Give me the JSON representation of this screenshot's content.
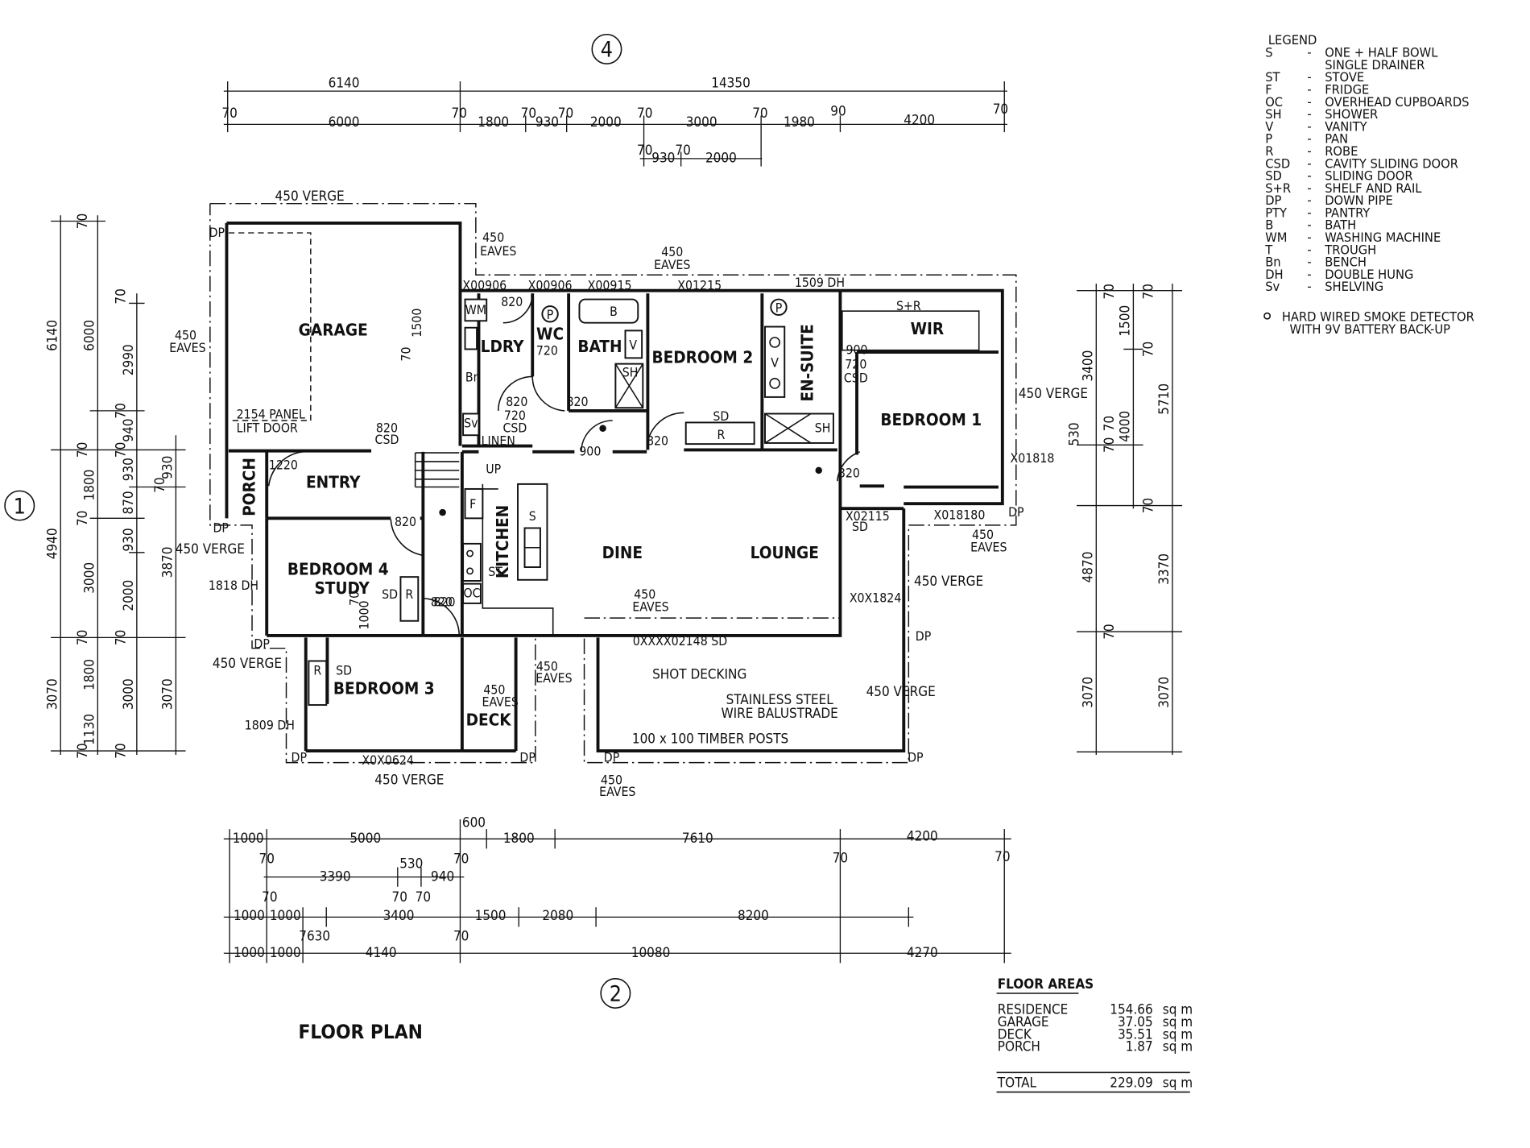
{
  "title": "FLOOR PLAN",
  "grid_refs": [
    "1",
    "2",
    "4"
  ],
  "legend": {
    "heading": "LEGEND",
    "items": [
      {
        "code": "S",
        "meaning": "ONE + HALF BOWL",
        "meaning2": "SINGLE DRAINER"
      },
      {
        "code": "ST",
        "meaning": "STOVE"
      },
      {
        "code": "F",
        "meaning": "FRIDGE"
      },
      {
        "code": "OC",
        "meaning": "OVERHEAD CUPBOARDS"
      },
      {
        "code": "SH",
        "meaning": "SHOWER"
      },
      {
        "code": "V",
        "meaning": "VANITY"
      },
      {
        "code": "P",
        "meaning": "PAN"
      },
      {
        "code": "R",
        "meaning": "ROBE"
      },
      {
        "code": "CSD",
        "meaning": "CAVITY SLIDING DOOR"
      },
      {
        "code": "SD",
        "meaning": "SLIDING DOOR"
      },
      {
        "code": "S+R",
        "meaning": "SHELF AND RAIL"
      },
      {
        "code": "DP",
        "meaning": "DOWN PIPE"
      },
      {
        "code": "PTY",
        "meaning": "PANTRY"
      },
      {
        "code": "B",
        "meaning": "BATH"
      },
      {
        "code": "WM",
        "meaning": "WASHING MACHINE"
      },
      {
        "code": "T",
        "meaning": "TROUGH"
      },
      {
        "code": "Bn",
        "meaning": "BENCH"
      },
      {
        "code": "DH",
        "meaning": "DOUBLE HUNG"
      },
      {
        "code": "Sv",
        "meaning": "SHELVING"
      }
    ],
    "smoke_note_1": "HARD WIRED SMOKE DETECTOR",
    "smoke_note_2": "WITH 9V BATTERY BACK-UP"
  },
  "rooms": {
    "garage": "GARAGE",
    "garage_door_1": "2154 PANEL",
    "garage_door_2": "LIFT DOOR",
    "porch": "PORCH",
    "entry": "ENTRY",
    "ldry": "LDRY",
    "wc": "WC",
    "bath": "BATH",
    "bedroom2": "BEDROOM 2",
    "ensuite": "EN-SUITE",
    "wir": "WIR",
    "bedroom1": "BEDROOM 1",
    "kitchen": "KITCHEN",
    "dine": "DINE",
    "lounge": "LOUNGE",
    "bedroom4_1": "BEDROOM 4",
    "bedroom4_2": "STUDY",
    "bedroom3": "BEDROOM 3",
    "deck": "DECK",
    "linen": "LINEN",
    "shot_decking": "SHOT DECKING",
    "balustrade_1": "STAINLESS STEEL",
    "balustrade_2": "WIRE BALUSTRADE",
    "timber_posts": "100 x 100 TIMBER POSTS"
  },
  "fixtures": {
    "wm": "WM",
    "p": "P",
    "b": "B",
    "v": "V",
    "sh": "SH",
    "sd": "SD",
    "r": "R",
    "bn": "Bn",
    "sv": "Sv",
    "s": "S",
    "st": "ST",
    "oc": "OC",
    "f": "F",
    "sr": "S+R",
    "dp": "DP",
    "up": "UP"
  },
  "notes": {
    "verge": "450 VERGE",
    "eaves_num": "450",
    "eaves": "EAVES",
    "csd": "CSD",
    "dh": "DH"
  },
  "windows": {
    "w1": "X00906",
    "w2": "X00906",
    "w3": "X00915",
    "w4": "X01215",
    "w5": "1509 DH",
    "w6": "X01818",
    "w7": "X02115",
    "w8": "X018180",
    "w9": "X0X1824",
    "w10": "0XXXX02148 SD",
    "w11": "X0X0624",
    "w12": "1818 DH",
    "w13": "1809 DH"
  },
  "door_widths": {
    "d1": "820",
    "d2": "820",
    "d3": "720",
    "d4": "820",
    "d5": "820",
    "d6": "720",
    "d7": "820",
    "d8": "900",
    "d9": "820",
    "d10": "820",
    "d11": "900",
    "d12": "720",
    "d13": "820",
    "d14": "1220",
    "d15": "820",
    "d16": "820",
    "d17": "1500",
    "d18": "70",
    "d19": "1000",
    "d20": "70"
  },
  "dims_top": {
    "row1": [
      "6140",
      "14350"
    ],
    "row2": [
      "70",
      "6000",
      "70",
      "1800",
      "70",
      "930",
      "70",
      "2000",
      "70",
      "3000",
      "70",
      "1980",
      "90",
      "4200",
      "70"
    ],
    "row3": [
      "70",
      "930",
      "70",
      "2000"
    ]
  },
  "dims_bottom": {
    "row1": [
      "1000",
      "5000",
      "600",
      "1800",
      "7610",
      "4200"
    ],
    "row1b": [
      "70",
      "70",
      "70",
      "70"
    ],
    "row2": [
      "3390",
      "530",
      "940"
    ],
    "row2b": [
      "70",
      "70",
      "70"
    ],
    "row3": [
      "1000",
      "1000",
      "7630",
      "3400",
      "1500",
      "2080",
      "8200",
      "70"
    ],
    "row4": [
      "1000",
      "1000",
      "4140",
      "10080",
      "4270"
    ]
  },
  "dims_left": {
    "a": [
      "6140",
      "4940",
      "3070"
    ],
    "b": [
      "70",
      "6000",
      "70",
      "1800",
      "70",
      "3000",
      "70",
      "1800",
      "1130",
      "70"
    ],
    "c": [
      "70",
      "2990",
      "70",
      "940",
      "70",
      "930",
      "870",
      "930",
      "2000",
      "70",
      "3000",
      "70"
    ],
    "d": [
      "930",
      "70",
      "3870",
      "3070"
    ]
  },
  "dims_right": {
    "a": [
      "70",
      "3400",
      "530",
      "4870",
      "3070"
    ],
    "b": [
      "1500",
      "70",
      "70",
      "70",
      "4000",
      "70",
      "70"
    ],
    "c": [
      "70",
      "5710",
      "3370",
      "3070"
    ]
  },
  "floor_areas": {
    "heading": "FLOOR AREAS",
    "rows": [
      {
        "label": "RESIDENCE",
        "value": "154.66",
        "unit": "sq  m"
      },
      {
        "label": "GARAGE",
        "value": "37.05",
        "unit": "sq  m"
      },
      {
        "label": "DECK",
        "value": "35.51",
        "unit": "sq  m"
      },
      {
        "label": "PORCH",
        "value": "1.87",
        "unit": "sq  m"
      }
    ],
    "total_label": "TOTAL",
    "total_value": "229.09",
    "total_unit": "sq  m"
  }
}
